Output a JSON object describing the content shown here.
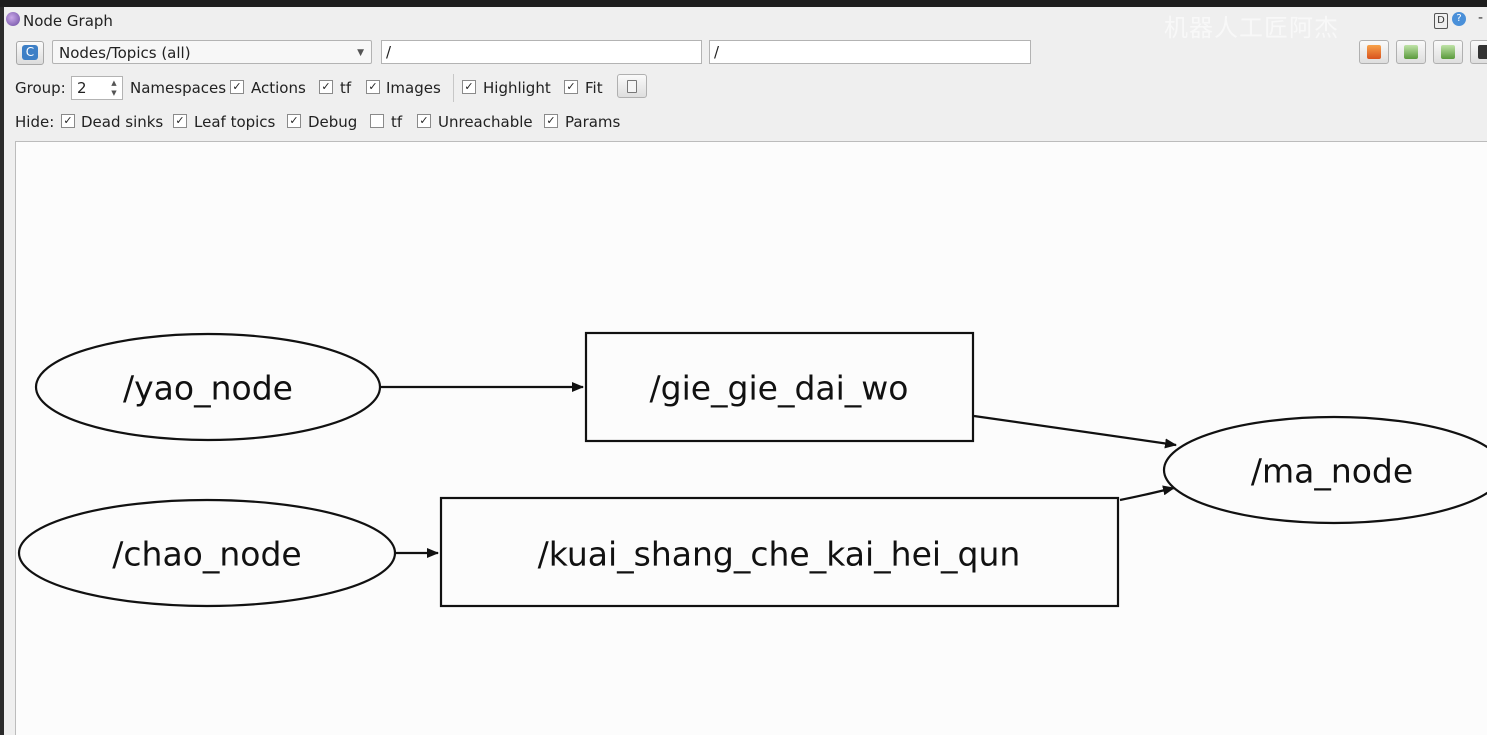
{
  "window": {
    "title": "Node Graph",
    "watermark": "机器人工匠阿杰",
    "d_button": "D",
    "help_button": "?",
    "dash": "-"
  },
  "toolbar": {
    "graph_type": "Nodes/Topics (all)",
    "node_filter": "/",
    "topic_filter": "/",
    "refresh_icon": "C",
    "icons": [
      "refresh-icon",
      "load-dot-icon",
      "save-dot-icon",
      "save-svg-icon",
      "save-image-icon"
    ]
  },
  "options": {
    "group_label": "Group:",
    "group_value": "2",
    "namespaces": {
      "label": "Namespaces",
      "checked": true
    },
    "actions": {
      "label": "Actions",
      "checked": true
    },
    "tf": {
      "label": "tf",
      "checked": true
    },
    "images": {
      "label": "Images",
      "checked": true
    },
    "highlight": {
      "label": "Highlight",
      "checked": true
    },
    "fit": {
      "label": "Fit",
      "checked": true
    }
  },
  "hide": {
    "label": "Hide:",
    "dead_sinks": {
      "label": "Dead sinks",
      "checked": true
    },
    "leaf_topics": {
      "label": "Leaf topics",
      "checked": true
    },
    "debug": {
      "label": "Debug",
      "checked": true
    },
    "tf": {
      "label": "tf",
      "checked": false
    },
    "unreachable": {
      "label": "Unreachable",
      "checked": true
    },
    "params": {
      "label": "Params",
      "checked": true
    }
  },
  "graph": {
    "nodes": [
      {
        "id": "yao",
        "label": "/yao_node",
        "shape": "ellipse"
      },
      {
        "id": "gie",
        "label": "/gie_gie_dai_wo",
        "shape": "box"
      },
      {
        "id": "ma",
        "label": "/ma_node",
        "shape": "ellipse"
      },
      {
        "id": "chao",
        "label": "/chao_node",
        "shape": "ellipse"
      },
      {
        "id": "kuai",
        "label": "/kuai_shang_che_kai_hei_qun",
        "shape": "box"
      }
    ],
    "edges": [
      {
        "from": "yao",
        "to": "gie"
      },
      {
        "from": "gie",
        "to": "ma"
      },
      {
        "from": "chao",
        "to": "kuai"
      },
      {
        "from": "kuai",
        "to": "ma"
      }
    ]
  }
}
